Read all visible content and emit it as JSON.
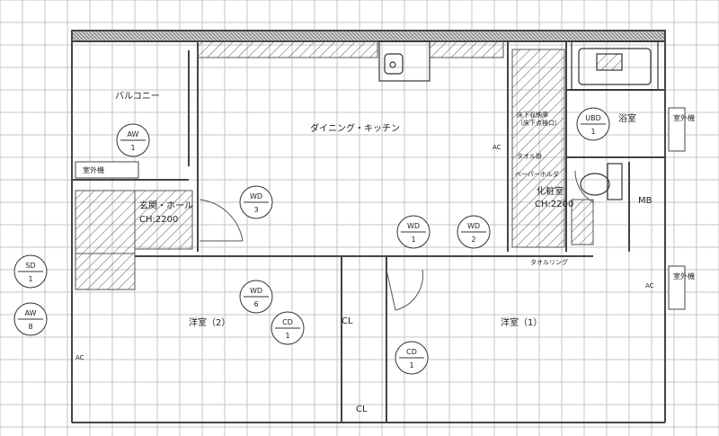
{
  "rooms": {
    "balcony": "バルコニー",
    "dining_kitchen": "ダイニング・キッチン",
    "bath": "浴室",
    "entrance": "玄関・ホール",
    "entrance_ch": "CH:2200",
    "powder": "化粧室",
    "powder_ch": "CH:2200",
    "western2": "洋室（2）",
    "western1": "洋室（1）"
  },
  "fixtures": {
    "outdoor_unit": "室外機",
    "underfloor": "床下収納庫",
    "underfloor_sub": "（床下点検口）",
    "towel_hook": "タオル掛",
    "paper_holder": "ペーパーホルダ",
    "towel_ring": "タオルリング",
    "mb": "MB",
    "cl": "CL",
    "ac": "AC"
  },
  "tags": [
    {
      "code": "AW",
      "num": "1"
    },
    {
      "code": "SD",
      "num": "1"
    },
    {
      "code": "AW",
      "num": "8"
    },
    {
      "code": "WD",
      "num": "3"
    },
    {
      "code": "WD",
      "num": "6"
    },
    {
      "code": "WD",
      "num": "1"
    },
    {
      "code": "WD",
      "num": "2"
    },
    {
      "code": "CD",
      "num": "1"
    },
    {
      "code": "CD",
      "num": "1"
    },
    {
      "code": "UBD",
      "num": "1"
    }
  ],
  "colors": {
    "grid": "#c4c4c4",
    "wall": "#444444",
    "ink": "#222222"
  }
}
